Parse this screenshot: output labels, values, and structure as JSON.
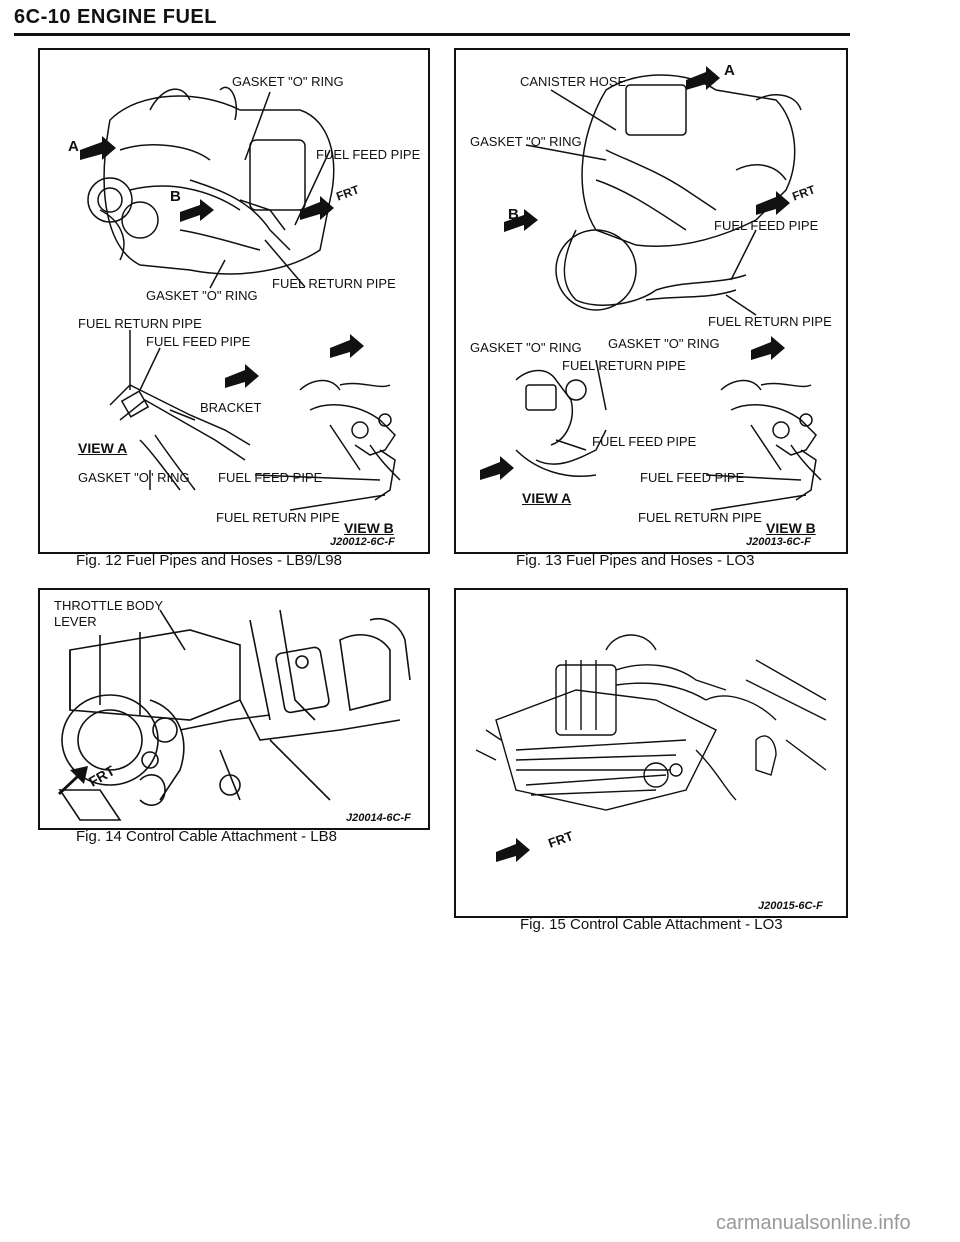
{
  "page": {
    "header": "6C-10 ENGINE FUEL",
    "watermark": "carmanualsonline.info"
  },
  "fig12": {
    "caption": "Fig. 12 Fuel Pipes and Hoses - LB9/L98",
    "code": "J20012-6C-F",
    "labels": {
      "gasket_top": "GASKET \"O\" RING",
      "fuel_feed_pipe_top": "FUEL FEED PIPE",
      "fuel_return_pipe_top": "FUEL RETURN PIPE",
      "gasket_mid": "GASKET \"O\" RING",
      "fuel_return_pipe_a": "FUEL RETURN PIPE",
      "fuel_feed_pipe_a": "FUEL FEED PIPE",
      "bracket": "BRACKET",
      "view_a": "VIEW A",
      "gasket_bottom": "GASKET \"O\" RING",
      "fuel_feed_pipe_b": "FUEL FEED PIPE",
      "fuel_return_pipe_b": "FUEL RETURN PIPE",
      "view_b": "VIEW B",
      "callout_a": "A",
      "callout_b": "B",
      "frt": "FRT"
    }
  },
  "fig13": {
    "caption": "Fig. 13 Fuel Pipes and Hoses - LO3",
    "code": "J20013-6C-F",
    "labels": {
      "canister_hose": "CANISTER HOSE",
      "gasket_top": "GASKET \"O\" RING",
      "fuel_feed_pipe_top": "FUEL FEED PIPE",
      "fuel_return_pipe_top": "FUEL RETURN PIPE",
      "gasket_left": "GASKET \"O\" RING",
      "gasket_right": "GASKET \"O\" RING",
      "fuel_return_pipe_a": "FUEL RETURN PIPE",
      "fuel_feed_pipe_a": "FUEL FEED PIPE",
      "view_a": "VIEW A",
      "fuel_feed_pipe_b": "FUEL FEED PIPE",
      "fuel_return_pipe_b": "FUEL RETURN PIPE",
      "view_b": "VIEW B",
      "callout_a": "A",
      "callout_b": "B",
      "frt": "FRT"
    }
  },
  "fig14": {
    "caption": "Fig. 14 Control Cable Attachment - LB8",
    "code": "J20014-6C-F",
    "labels": {
      "throttle_body": "THROTTLE BODY",
      "lever": "LEVER",
      "frt": "FRT"
    }
  },
  "fig15": {
    "caption": "Fig. 15 Control Cable Attachment - LO3",
    "code": "J20015-6C-F",
    "labels": {
      "frt": "FRT"
    }
  }
}
